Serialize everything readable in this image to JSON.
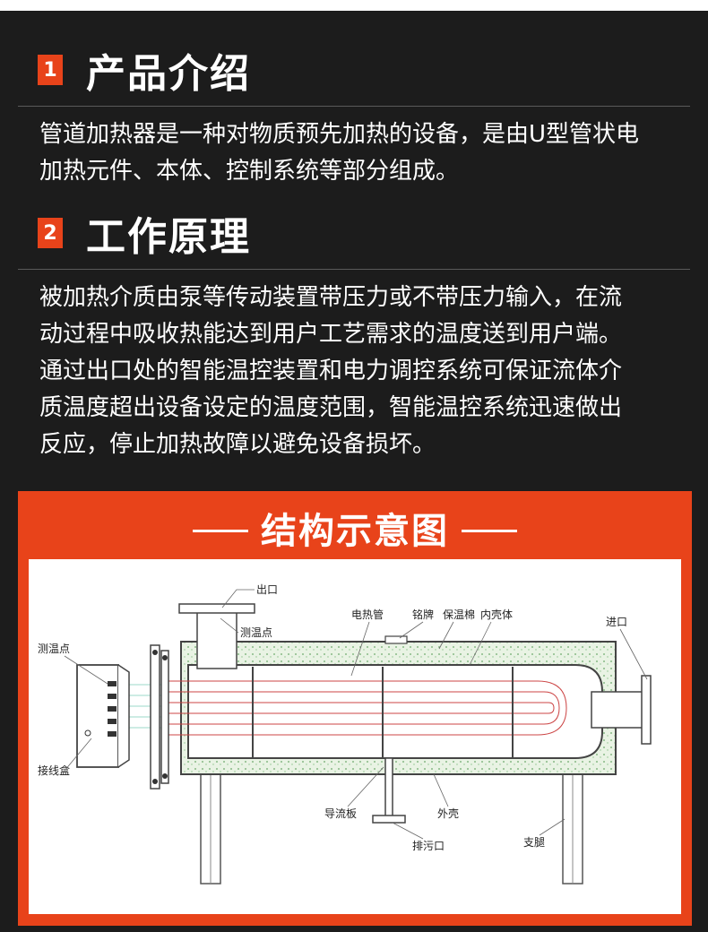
{
  "sections": [
    {
      "number": "1",
      "title": "产品介绍",
      "lines": [
        "管道加热器是一种对物质预先加热的设备，是由U型管状电",
        "加热元件、本体、控制系统等部分组成。"
      ]
    },
    {
      "number": "2",
      "title": "工作原理",
      "lines": [
        "被加热介质由泵等传动装置带压力或不带压力输入，在流",
        "动过程中吸收热能达到用户工艺需求的温度送到用户端。",
        "通过出口处的智能温控装置和电力调控系统可保证流体介",
        "质温度超出设备设定的温度范围，智能温控系统迅速做出",
        "反应，停止加热故障以避免设备损坏。"
      ]
    }
  ],
  "diagram": {
    "title": "结构示意图",
    "labels": {
      "outlet": "出口",
      "temp_point_top": "测温点",
      "heating_tube": "电热管",
      "nameplate": "铭牌",
      "insulation": "保温棉",
      "inner_shell": "内壳体",
      "inlet": "进口",
      "temp_point_left": "测温点",
      "junction_box": "接线盒",
      "baffle": "导流板",
      "outer_shell": "外壳",
      "drain": "排污口",
      "support_leg": "支腿"
    }
  },
  "colors": {
    "accent": "#e8431a",
    "background": "#1c1c1c",
    "text": "#ffffff"
  }
}
